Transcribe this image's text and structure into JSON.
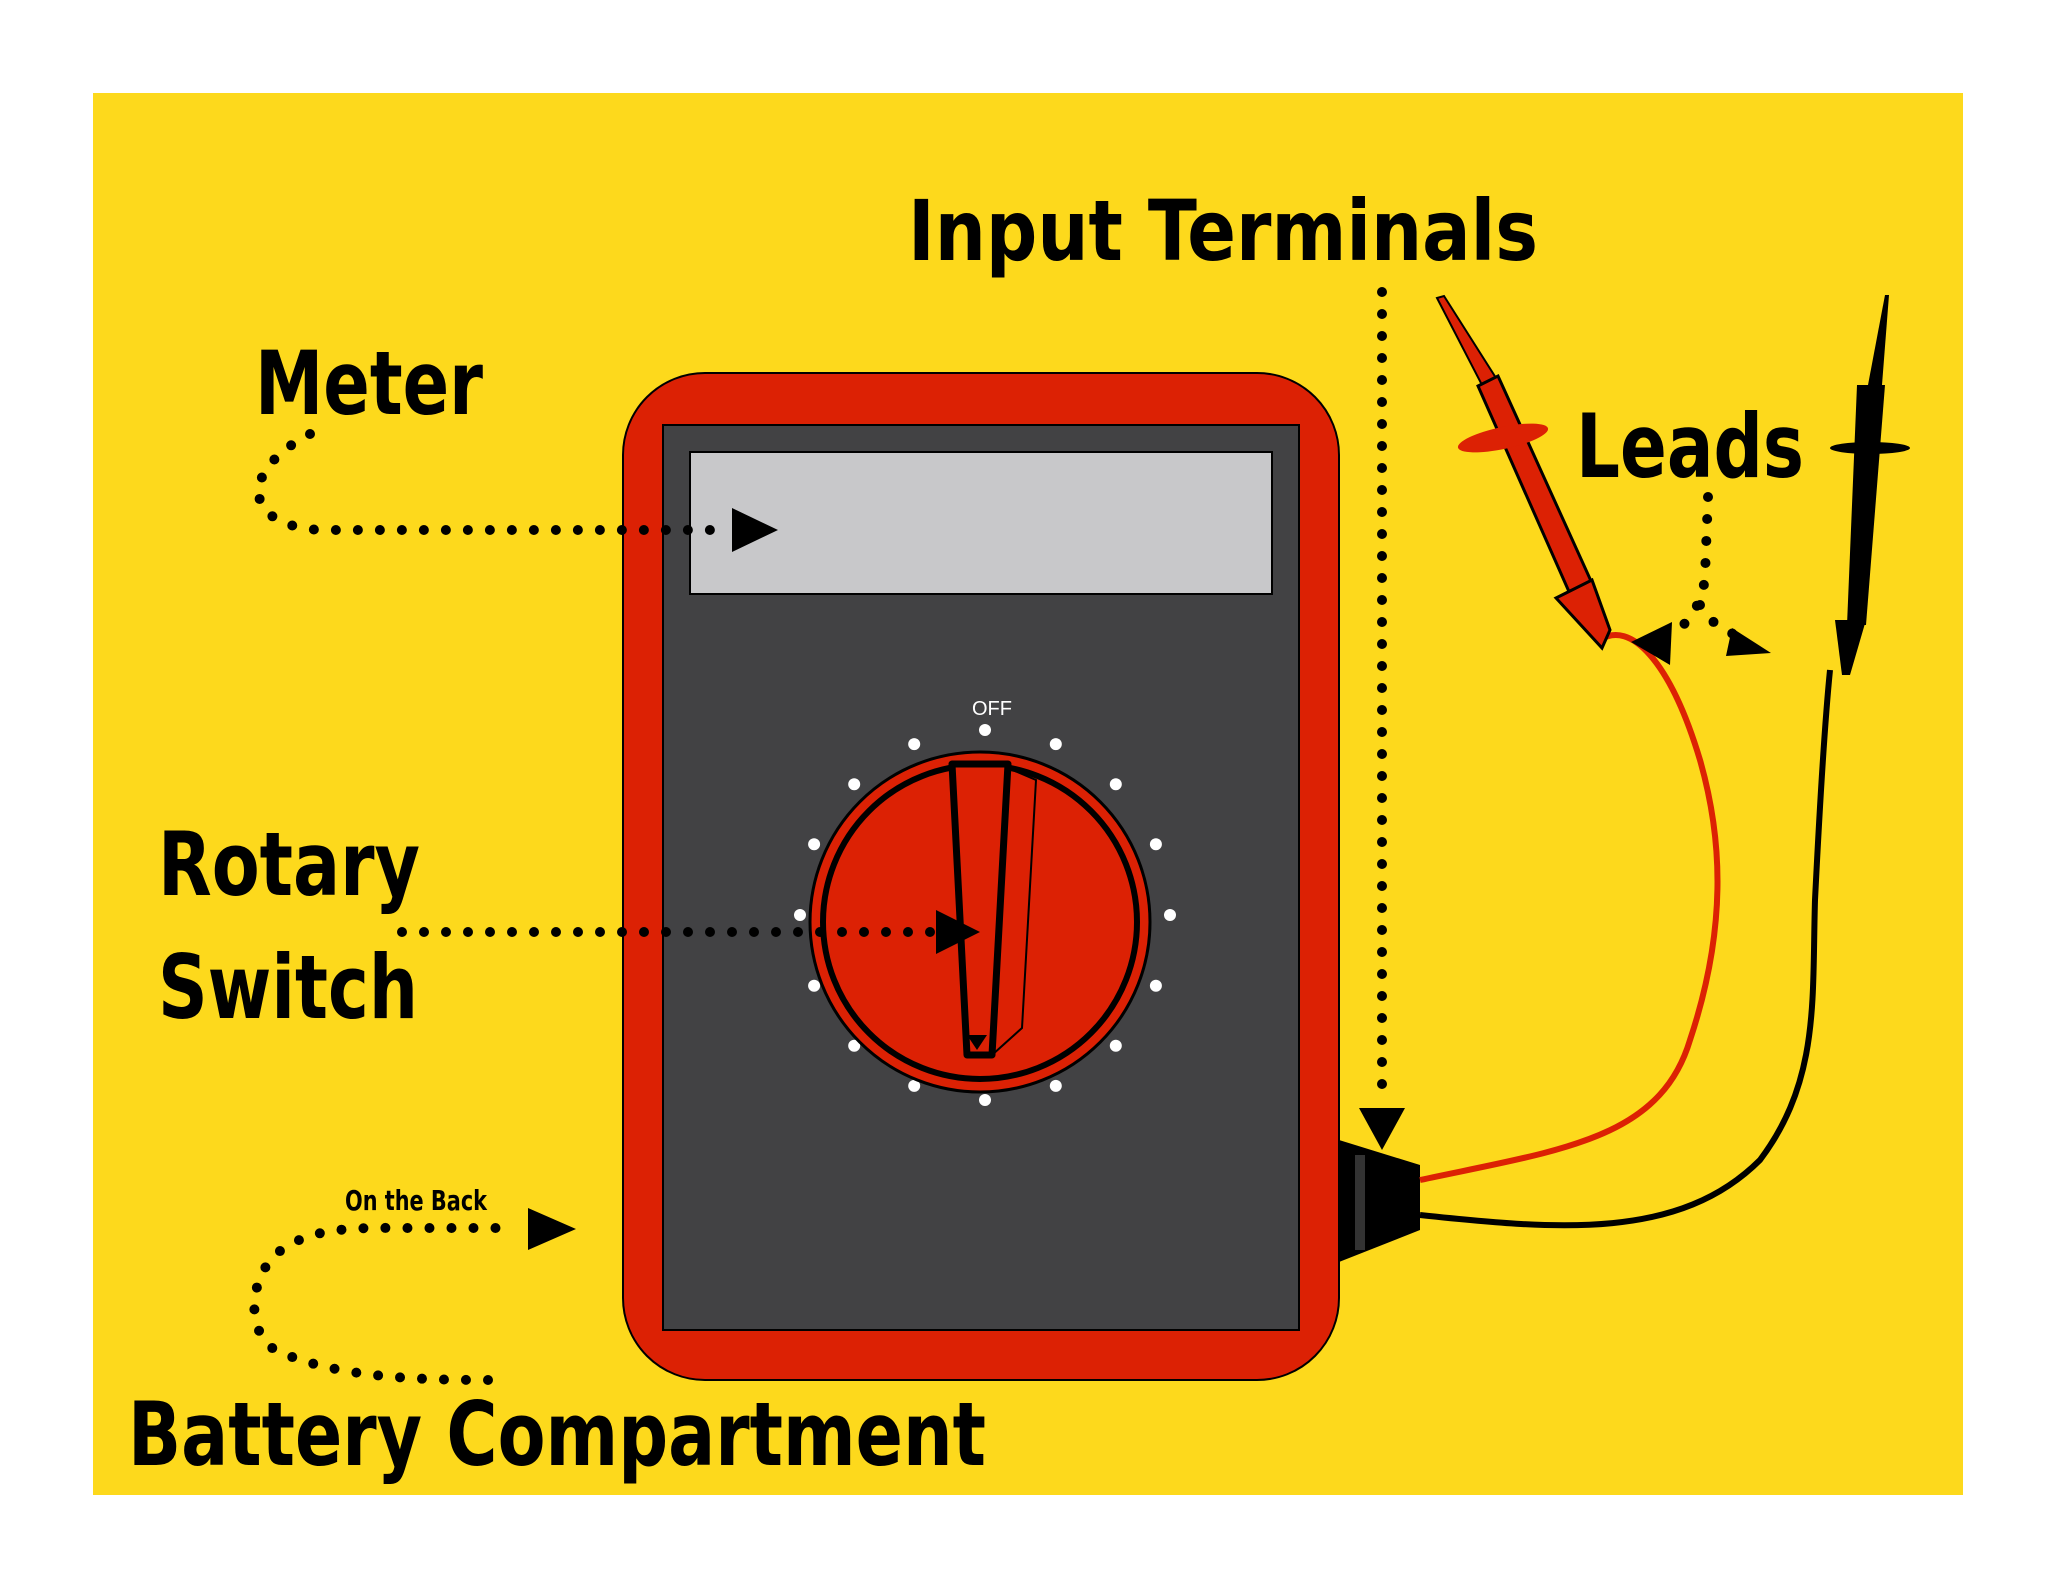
{
  "labels": {
    "input_terminals": "Input Terminals",
    "meter": "Meter",
    "leads": "Leads",
    "rotary_line1": "Rotary",
    "rotary_line2": "Switch",
    "on_the_back": "On the Back",
    "battery_compartment": "Battery Compartment",
    "off": "OFF"
  },
  "colors": {
    "background": "#fdd91c",
    "case": "#dc2104",
    "face": "#424244",
    "display": "#c8c8ca",
    "lead_red": "#dc2104",
    "lead_black": "#000000"
  },
  "icons": {
    "meter_arrow": "arrow-right-icon",
    "rotary_arrow": "arrow-right-icon",
    "terminal_arrow": "arrow-down-icon",
    "leads_arrows": "split-arrow-icon",
    "back_arrow": "arrow-right-icon"
  },
  "rotary_switch": {
    "position_count": 16
  }
}
